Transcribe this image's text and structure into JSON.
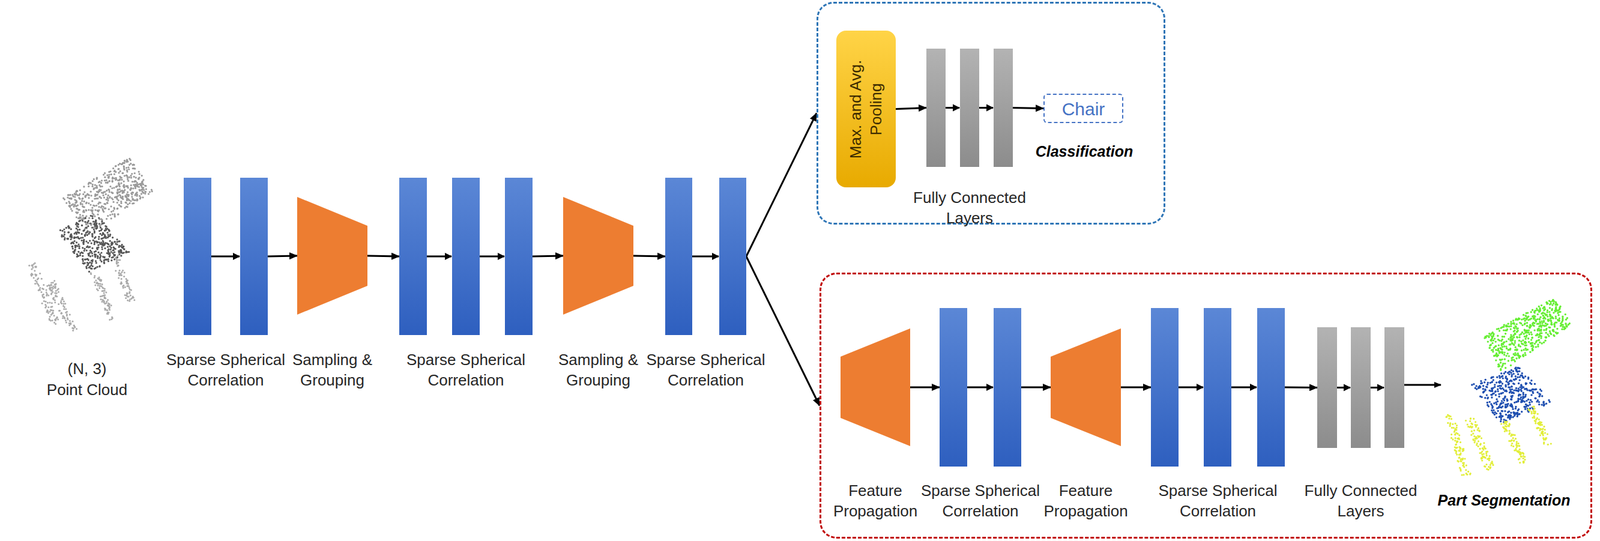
{
  "diagram": {
    "nodes": [
      {
        "text": [
          "Sparse Spherical Correlation"
        ]
      },
      {
        "text": [
          "Sampling & Grouping"
        ]
      },
      {
        "text": [
          "Sparse Spherical Correlation"
        ]
      },
      {
        "text": [
          "Sampling & Grouping"
        ]
      },
      {
        "text": [
          "Sparse Spherical Correlation"
        ]
      },
      {
        "text": [
          "Classification"
        ]
      },
      {
        "text": [
          "Max. and Avg. Pooling"
        ],
        "in": 5
      },
      {
        "text": [
          "Fully Connected Layers"
        ],
        "in": 5
      },
      {
        "text": [
          "Chair"
        ],
        "in": 5
      },
      {
        "text": [
          "Part Segmentation"
        ]
      },
      {
        "text": [
          "Feature Propagation"
        ],
        "in": 9
      },
      {
        "text": [
          "Sparse Spherical Correlation"
        ],
        "in": 9
      },
      {
        "text": [
          "Feature Propagation"
        ],
        "in": 9
      },
      {
        "text": [
          "Sparse Spherical Correlation"
        ],
        "in": 9
      },
      {
        "text": [
          "Fully Connected Layers"
        ],
        "in": 9
      }
    ],
    "edges": [
      {
        "from": 0,
        "to": 1,
        "arrow": "to"
      },
      {
        "from": 1,
        "to": 2,
        "arrow": "to"
      },
      {
        "from": 2,
        "to": 3,
        "arrow": "to"
      },
      {
        "from": 3,
        "to": 4,
        "arrow": "to"
      },
      {
        "from": 4,
        "to": 5,
        "arrow": "to"
      },
      {
        "from": 4,
        "to": 9,
        "arrow": "to"
      },
      {
        "from": 6,
        "to": 7,
        "arrow": "to"
      },
      {
        "from": 7,
        "to": 8,
        "arrow": "to"
      },
      {
        "from": 10,
        "to": 11,
        "arrow": "to"
      },
      {
        "from": 11,
        "to": 12,
        "arrow": "to"
      },
      {
        "from": 12,
        "to": 13,
        "arrow": "to"
      },
      {
        "from": 13,
        "to": 14,
        "arrow": "to"
      }
    ],
    "labels": [
      "(N, 3)",
      "Point Cloud"
    ]
  }
}
